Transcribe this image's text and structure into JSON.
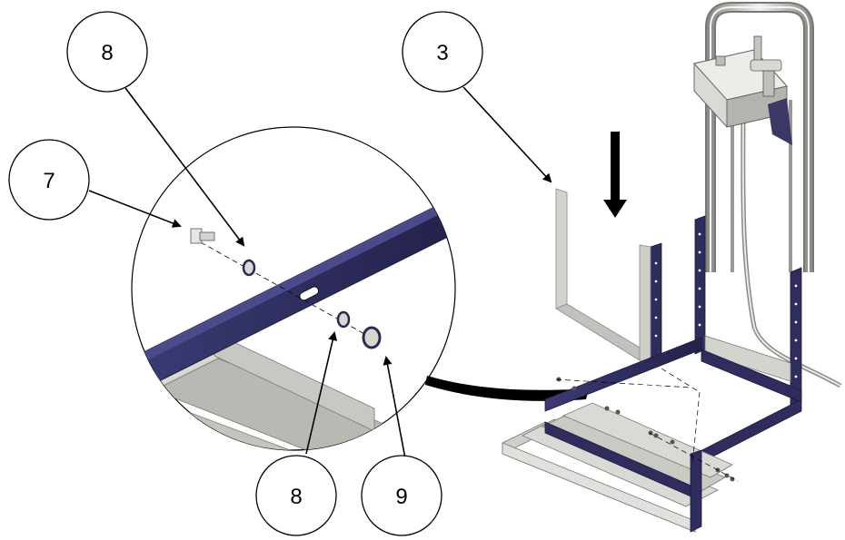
{
  "callouts": {
    "c8_top": "8",
    "c3": "3",
    "c7": "7",
    "c8_bottom": "8",
    "c9": "9"
  },
  "colors": {
    "frame_navy": "#2e2d5e",
    "frame_silver": "#c9c9c4",
    "frame_silver_dark": "#9e9e98",
    "outline": "#000000"
  }
}
